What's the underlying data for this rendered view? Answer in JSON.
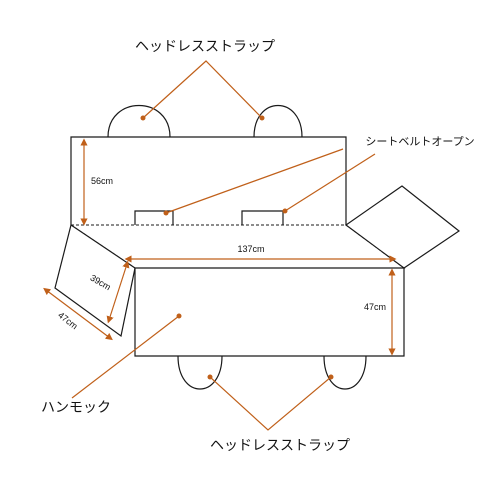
{
  "labels": {
    "headrest_strap_top": "ヘッドレスストラップ",
    "seatbelt_opening": "シートベルトオープン",
    "hammock": "ハンモック",
    "headrest_strap_bottom": "ヘッドレスストラップ"
  },
  "dimensions": {
    "backrest_height": "56cm",
    "width": "137cm",
    "seat_depth": "47cm",
    "flap_height": "39cm",
    "flap_length": "47cm"
  },
  "colors": {
    "outline": "#1a1a1a",
    "leader": "#c0601a",
    "dot": "#c0601a",
    "dashed": "#1a1a1a"
  }
}
